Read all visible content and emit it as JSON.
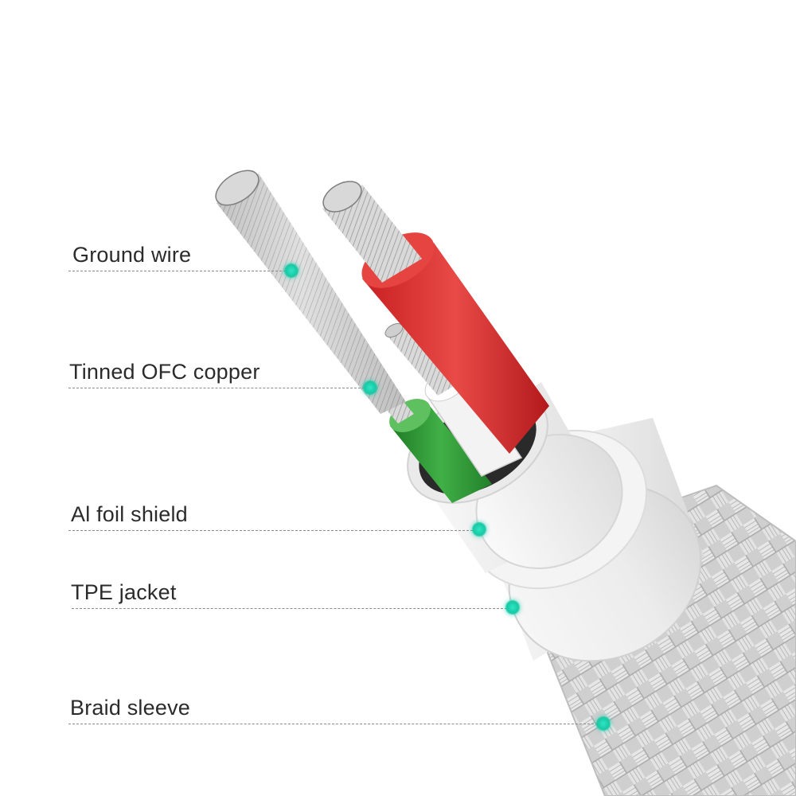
{
  "labels": {
    "ground_wire": "Ground wire",
    "tinned_ofc_copper": "Tinned OFC copper",
    "al_foil_shield": "Al foil shield",
    "tpe_jacket": "TPE jacket",
    "braid_sleeve": "Braid sleeve"
  },
  "colors": {
    "marker": "#19c9a6",
    "red_insulation": "#d8302f",
    "green_insulation": "#2f9a35",
    "white_insulation": "#f2f2f2",
    "braid": "#d4d4d4",
    "label_text": "#2b2b2b"
  }
}
